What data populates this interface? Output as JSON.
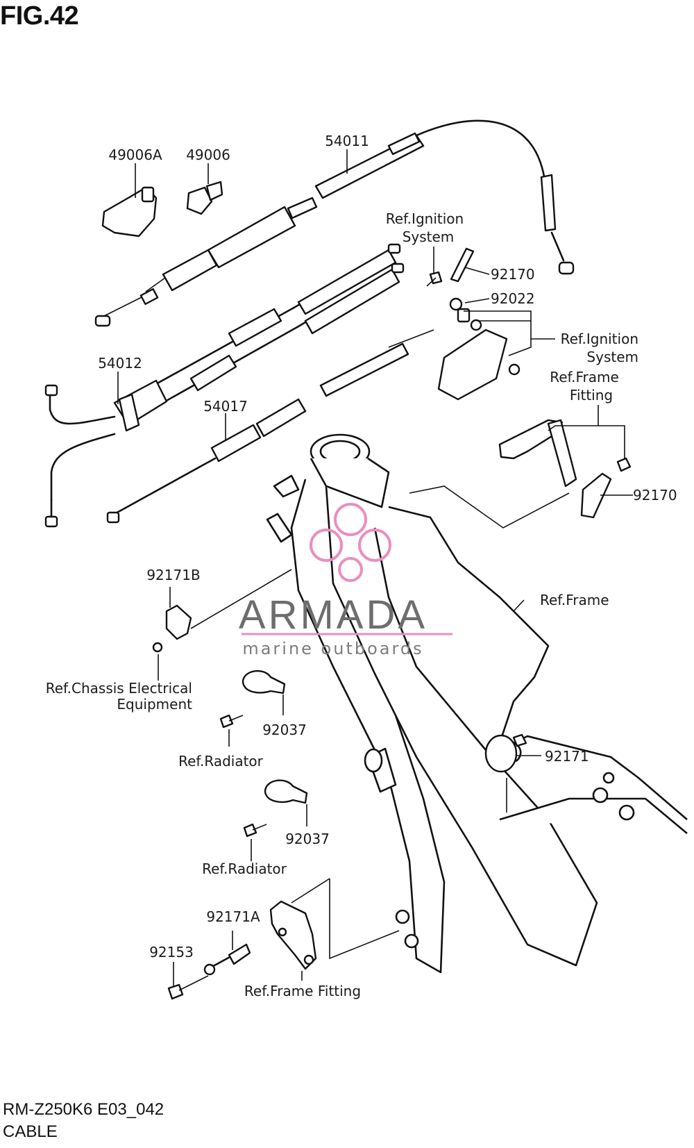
{
  "figure": {
    "title": "FIG.42",
    "model_code": "RM-Z250K6 E03_042",
    "section_name": "CABLE"
  },
  "watermark": {
    "brand": "ARMADA",
    "tagline": "marine outboards",
    "logo_color": "#e98ec0"
  },
  "callouts": [
    {
      "id": "c-49006a",
      "text": "49006A"
    },
    {
      "id": "c-49006",
      "text": "49006"
    },
    {
      "id": "c-54011",
      "text": "54011"
    },
    {
      "id": "c-ref-ignition-1a",
      "text": "Ref.Ignition"
    },
    {
      "id": "c-ref-ignition-1b",
      "text": "System"
    },
    {
      "id": "c-92170-top",
      "text": "92170"
    },
    {
      "id": "c-92022",
      "text": "92022"
    },
    {
      "id": "c-ref-ignition-2a",
      "text": "Ref.Ignition"
    },
    {
      "id": "c-ref-ignition-2b",
      "text": "System"
    },
    {
      "id": "c-ref-frame-fitting-1a",
      "text": "Ref.Frame"
    },
    {
      "id": "c-ref-frame-fitting-1b",
      "text": "Fitting"
    },
    {
      "id": "c-54012",
      "text": "54012"
    },
    {
      "id": "c-54017",
      "text": "54017"
    },
    {
      "id": "c-92170-mid",
      "text": "92170"
    },
    {
      "id": "c-92171b",
      "text": "92171B"
    },
    {
      "id": "c-ref-frame",
      "text": "Ref.Frame"
    },
    {
      "id": "c-ref-chassis-a",
      "text": "Ref.Chassis Electrical"
    },
    {
      "id": "c-ref-chassis-b",
      "text": "Equipment"
    },
    {
      "id": "c-92037-1",
      "text": "92037"
    },
    {
      "id": "c-ref-radiator-1",
      "text": "Ref.Radiator"
    },
    {
      "id": "c-92171",
      "text": "92171"
    },
    {
      "id": "c-92037-2",
      "text": "92037"
    },
    {
      "id": "c-ref-radiator-2",
      "text": "Ref.Radiator"
    },
    {
      "id": "c-92171a",
      "text": "92171A"
    },
    {
      "id": "c-92153",
      "text": "92153"
    },
    {
      "id": "c-ref-frame-fitting-2",
      "text": "Ref.Frame Fitting"
    }
  ]
}
